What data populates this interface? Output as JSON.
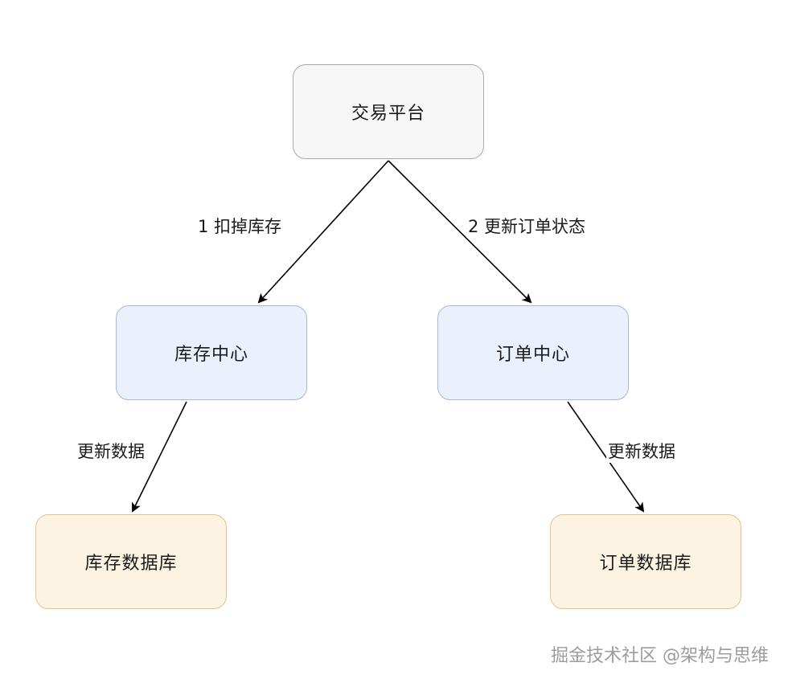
{
  "nodes": {
    "top": "交易平台",
    "inventory_center": "库存中心",
    "order_center": "订单中心",
    "inventory_db": "库存数据库",
    "order_db": "订单数据库"
  },
  "edges": {
    "top_to_inventory": "1 扣掉库存",
    "top_to_order": "2 更新订单状态",
    "inventory_to_db": "更新数据",
    "order_to_db": "更新数据"
  },
  "watermark": "掘金技术社区 @架构与思维",
  "colors": {
    "top_fill": "#f7f7f7",
    "center_fill": "#eaf1fc",
    "db_fill": "#fdf3e2",
    "arrow": "#000000"
  }
}
